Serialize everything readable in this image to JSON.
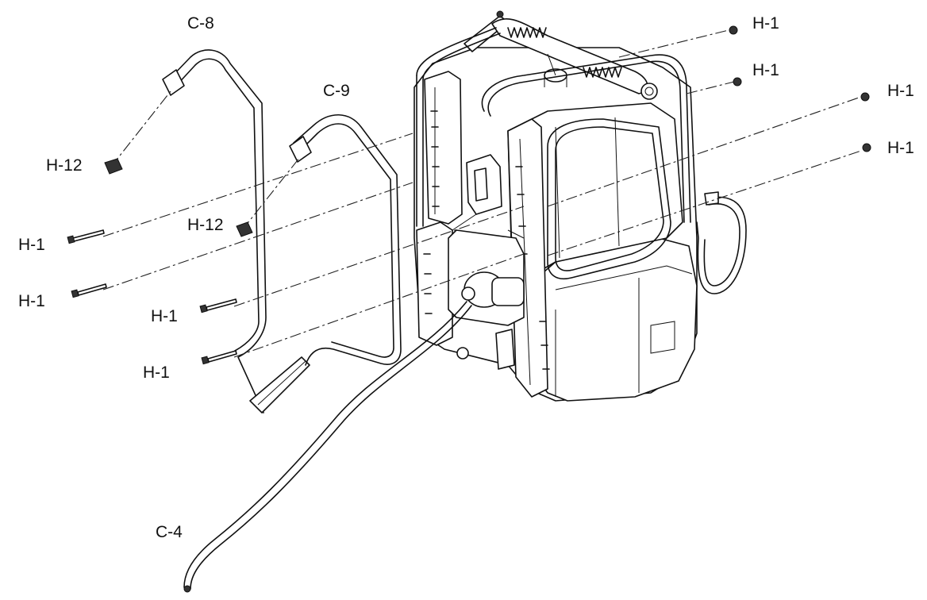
{
  "labels": {
    "c8": "C-8",
    "c9": "C-9",
    "c4": "C-4",
    "h12_a": "H-12",
    "h12_b": "H-12",
    "h1_left_1": "H-1",
    "h1_left_2": "H-1",
    "h1_left_3": "H-1",
    "h1_left_4": "H-1",
    "h1_right_1": "H-1",
    "h1_right_2": "H-1",
    "h1_right_3": "H-1",
    "h1_right_4": "H-1"
  }
}
